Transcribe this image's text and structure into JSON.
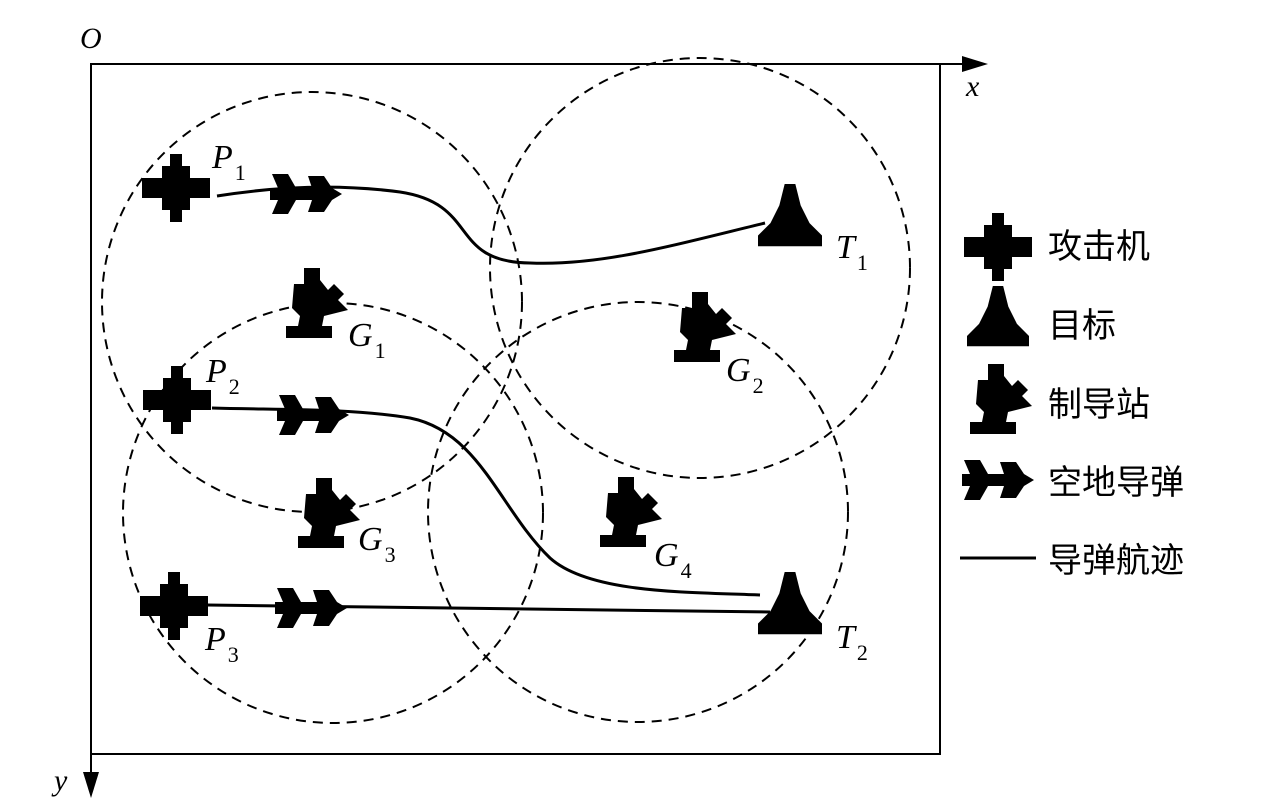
{
  "axes": {
    "origin": "O",
    "x": "x",
    "y": "y"
  },
  "aircraft": [
    {
      "name": "P",
      "sub": "1"
    },
    {
      "name": "P",
      "sub": "2"
    },
    {
      "name": "P",
      "sub": "3"
    }
  ],
  "targets": [
    {
      "name": "T",
      "sub": "1"
    },
    {
      "name": "T",
      "sub": "2"
    }
  ],
  "stations": [
    {
      "name": "G",
      "sub": "1"
    },
    {
      "name": "G",
      "sub": "2"
    },
    {
      "name": "G",
      "sub": "3"
    },
    {
      "name": "G",
      "sub": "4"
    }
  ],
  "legend": {
    "aircraft": "攻击机",
    "target": "目标",
    "station": "制导站",
    "missile": "空地导弹",
    "track": "导弹航迹"
  },
  "icons": {
    "aircraft": "attack-aircraft-icon",
    "target": "target-icon",
    "station": "guidance-station-icon",
    "missile": "missile-icon"
  }
}
